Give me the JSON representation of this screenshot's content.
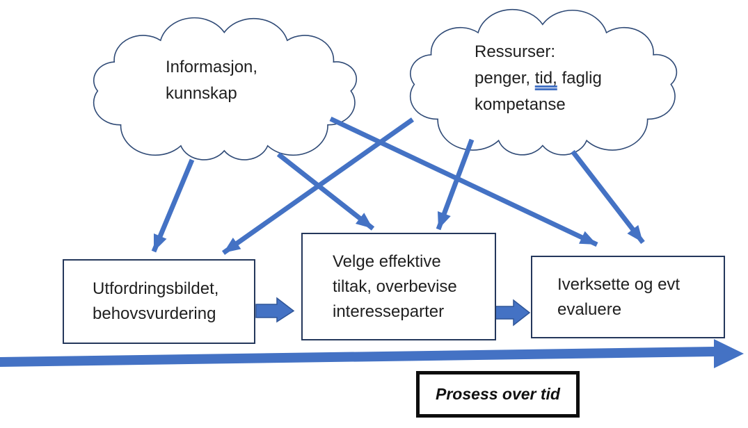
{
  "cloud_informasjon": {
    "line1": "Informasjon,",
    "line2": "kunnskap"
  },
  "cloud_ressurser": {
    "line1": "Ressurser:",
    "line2_a": "penger,",
    "line2_b": "tid,",
    "line2_c": "faglig",
    "line3": "kompetanse"
  },
  "process_boxes": {
    "box1": {
      "text": "Utfordringsbildet, behovsvurdering"
    },
    "box2": {
      "text": "Velge effektive tiltak, overbevise interesseparter"
    },
    "box3": {
      "text": "Iverksette og evt evaluere"
    }
  },
  "timeline": {
    "label": "Prosess over tid"
  },
  "connections": [
    {
      "from": "Informasjon, kunnskap",
      "to": "Utfordringsbildet, behovsvurdering"
    },
    {
      "from": "Informasjon, kunnskap",
      "to": "Velge effektive tiltak, overbevise interesseparter"
    },
    {
      "from": "Informasjon, kunnskap",
      "to": "Iverksette og evt evaluere"
    },
    {
      "from": "Ressurser: penger, tid, faglig kompetanse",
      "to": "Utfordringsbildet, behovsvurdering"
    },
    {
      "from": "Ressurser: penger, tid, faglig kompetanse",
      "to": "Velge effektive tiltak, overbevise interesseparter"
    },
    {
      "from": "Ressurser: penger, tid, faglig kompetanse",
      "to": "Iverksette og evt evaluere"
    }
  ],
  "colors": {
    "connector_blue": "#4472C4",
    "block_arrow_fill": "#4472C4",
    "block_arrow_border": "#2F5597",
    "box_outline": "#24375B",
    "cloud_outline": "#2F4A76",
    "timeline_border": "#0d0d0d",
    "text": "#1f1f1f"
  }
}
